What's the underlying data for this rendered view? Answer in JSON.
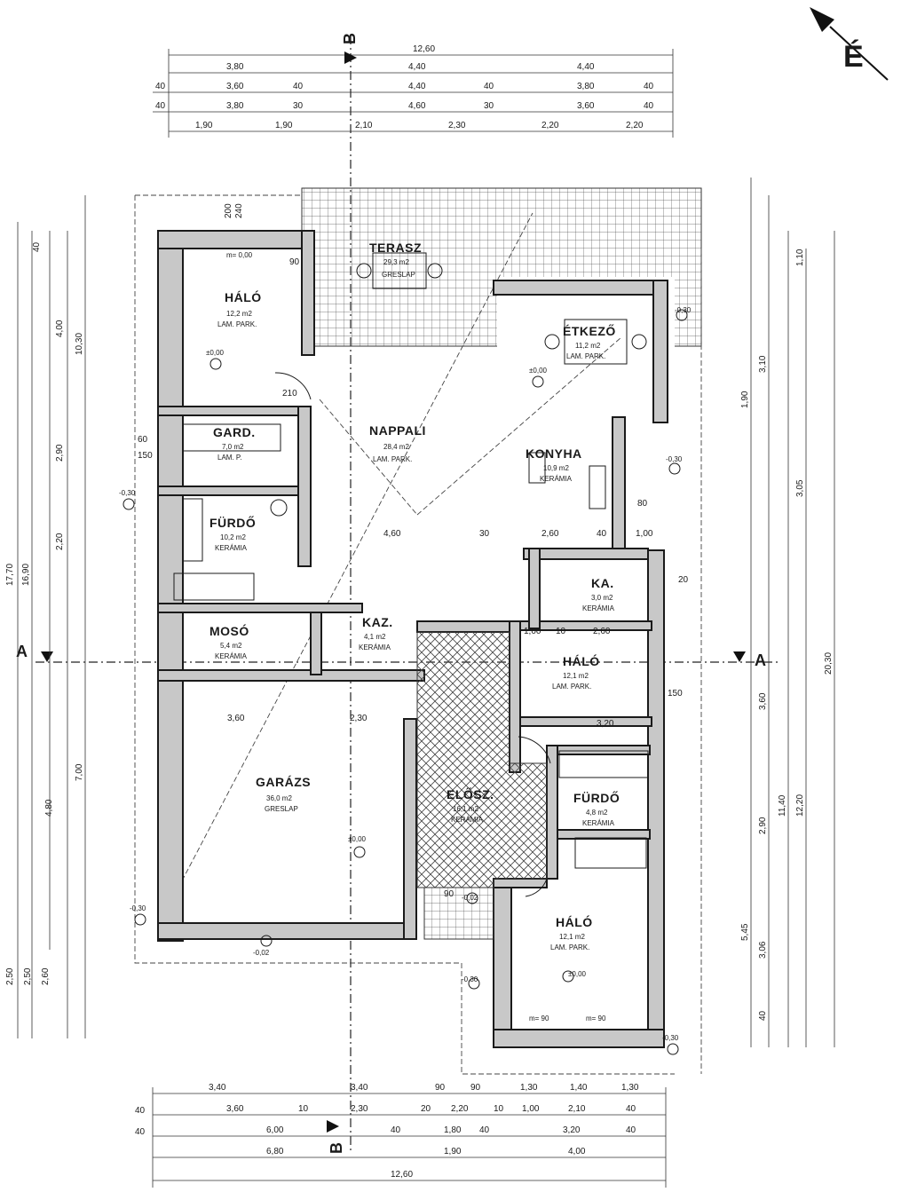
{
  "north_label": "É",
  "section_labels": {
    "a": "A",
    "b": "B"
  },
  "rooms": {
    "halo1": {
      "name": "HÁLÓ",
      "area": "12,2 m2",
      "floor": "LAM. PARK."
    },
    "terasz": {
      "name": "TERASZ",
      "area": "29,3 m2",
      "floor": "GRESLAP"
    },
    "etkezo": {
      "name": "ÉTKEZŐ",
      "area": "11,2 m2",
      "floor": "LAM. PARK."
    },
    "gard": {
      "name": "GARD.",
      "area": "7,0 m2",
      "floor": "LAM. P."
    },
    "nappali": {
      "name": "NAPPALI",
      "area": "28,4 m2",
      "floor": "LAM. PARK."
    },
    "konyha": {
      "name": "KONYHA",
      "area": "10,9 m2",
      "floor": "KERÁMIA"
    },
    "furdo1": {
      "name": "FÜRDŐ",
      "area": "10,2 m2",
      "floor": "KERÁMIA"
    },
    "ka": {
      "name": "KA.",
      "area": "3,0 m2",
      "floor": "KERÁMIA"
    },
    "moso": {
      "name": "MOSÓ",
      "area": "5,4 m2",
      "floor": "KERÁMIA"
    },
    "kaz": {
      "name": "KAZ.",
      "area": "4,1 m2",
      "floor": "KERÁMIA"
    },
    "halo2": {
      "name": "HÁLÓ",
      "area": "12,1 m2",
      "floor": "LAM. PARK."
    },
    "garazs": {
      "name": "GARÁZS",
      "area": "36,0 m2",
      "floor": "GRESLAP"
    },
    "elosz": {
      "name": "ELŐSZ.",
      "area": "16,1 m2",
      "floor": "KERÁMIA"
    },
    "furdo2": {
      "name": "FÜRDŐ",
      "area": "4,8 m2",
      "floor": "KERÁMIA"
    },
    "halo3": {
      "name": "HÁLÓ",
      "area": "12,1 m2",
      "floor": "LAM. PARK."
    }
  },
  "levels": {
    "zero": "±0,00",
    "minus30": "-0,30",
    "minus02": "-0,02",
    "m0": "m= 0,00",
    "m90": "m= 90"
  },
  "top_dims": {
    "r1": [
      "12,60"
    ],
    "r2": [
      "3,80",
      "4,40",
      "4,40"
    ],
    "r3": [
      "40",
      "3,60",
      "40",
      "4,40",
      "40",
      "3,80",
      "40"
    ],
    "r4": [
      "40",
      "3,80",
      "30",
      "4,60",
      "30",
      "3,60",
      "40"
    ],
    "r5": [
      "1,90",
      "1,90",
      "2,10",
      "2,30",
      "2,20",
      "2,20"
    ]
  },
  "bottom_dims": {
    "r1": [
      "3,40",
      "3,40",
      "90",
      "90",
      "1,30",
      "1,40",
      "1,30"
    ],
    "r2": [
      "40",
      "3,60",
      "10",
      "2,30",
      "20",
      "2,20",
      "10",
      "1,00",
      "2,10",
      "40"
    ],
    "r3": [
      "40",
      "6,00",
      "40",
      "1,80",
      "40",
      "3,20",
      "40"
    ],
    "r4": [
      "6,80",
      "1,90",
      "4,00"
    ],
    "r5": [
      "12,60"
    ]
  },
  "left_dims": [
    "17,70",
    "16,90",
    "10,30",
    "4,00",
    "2,90",
    "2,20",
    "4,80",
    "7,00",
    "2,50",
    "2,50",
    "2,60",
    "40"
  ],
  "right_dims": [
    "20,30",
    "12,20",
    "11,40",
    "3,60",
    "2,90",
    "3,10",
    "3,05",
    "1,90",
    "1,10",
    "5,45",
    "3,06",
    "40"
  ],
  "inner_dims": [
    "200",
    "240",
    "90",
    "210",
    "60",
    "150",
    "4,60",
    "30",
    "2,60",
    "40",
    "1,00",
    "20",
    "1,00",
    "10",
    "2,60",
    "3,60",
    "2,30",
    "3,20",
    "150",
    "80",
    "90",
    "1,90"
  ]
}
